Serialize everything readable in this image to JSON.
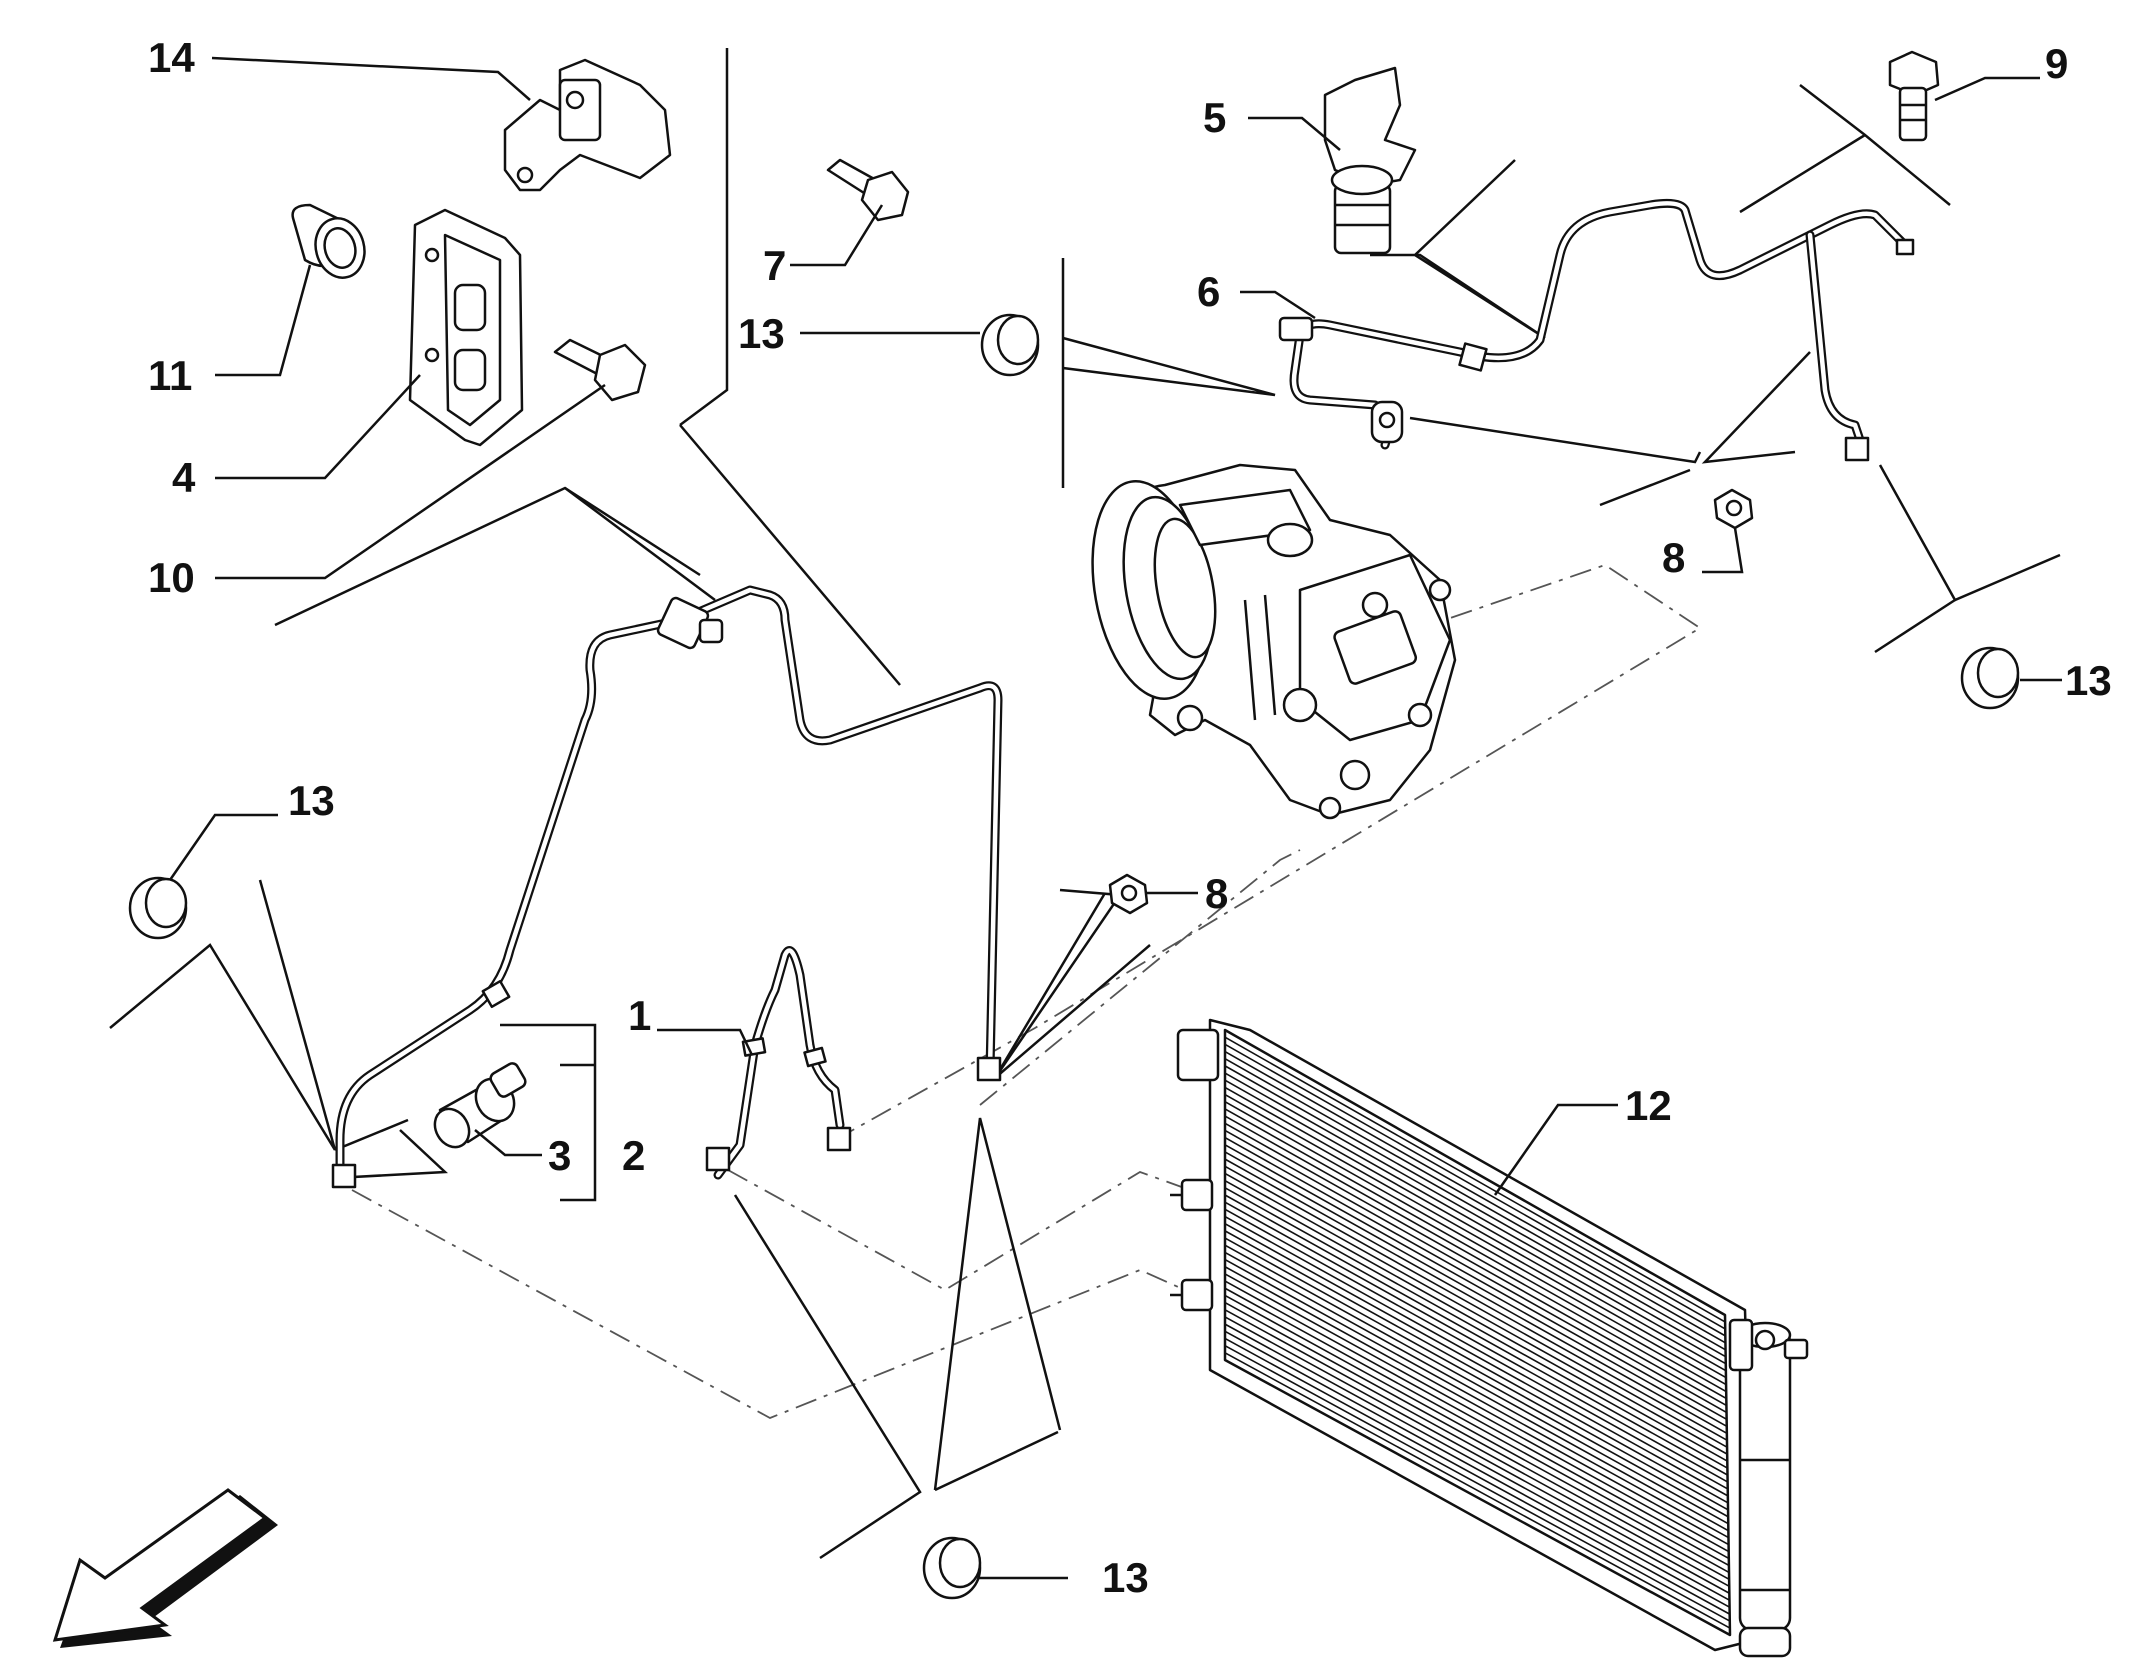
{
  "diagram": {
    "callouts": [
      {
        "id": "1",
        "label": "1"
      },
      {
        "id": "2",
        "label": "2"
      },
      {
        "id": "3",
        "label": "3"
      },
      {
        "id": "4",
        "label": "4"
      },
      {
        "id": "5",
        "label": "5"
      },
      {
        "id": "6",
        "label": "6"
      },
      {
        "id": "7",
        "label": "7"
      },
      {
        "id": "8a",
        "label": "8"
      },
      {
        "id": "8b",
        "label": "8"
      },
      {
        "id": "9",
        "label": "9"
      },
      {
        "id": "10",
        "label": "10"
      },
      {
        "id": "11",
        "label": "11"
      },
      {
        "id": "12",
        "label": "12"
      },
      {
        "id": "13a",
        "label": "13"
      },
      {
        "id": "13b",
        "label": "13"
      },
      {
        "id": "13c",
        "label": "13"
      },
      {
        "id": "13d",
        "label": "13"
      },
      {
        "id": "14",
        "label": "14"
      }
    ],
    "colors": {
      "line": "#111111",
      "background": "#ffffff",
      "dashed": "#555555"
    },
    "icons": {
      "direction": "front-direction-arrow-icon"
    }
  }
}
